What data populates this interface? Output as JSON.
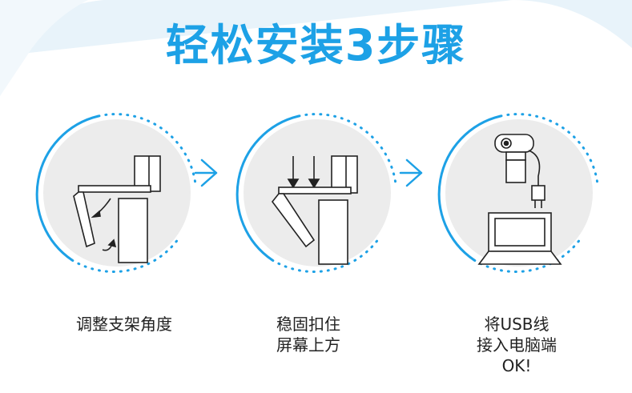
{
  "title": "轻松安装3步骤",
  "accent_color": "#1da1e6",
  "steps": [
    {
      "lines": [
        "调整支架角度"
      ],
      "icon": "monitor-clip-adjust-icon"
    },
    {
      "lines": [
        "稳固扣住",
        "屏幕上方"
      ],
      "icon": "monitor-clip-press-icon"
    },
    {
      "lines": [
        "将USB线",
        "接入电脑端",
        "OK!"
      ],
      "icon": "webcam-usb-laptop-icon"
    }
  ]
}
